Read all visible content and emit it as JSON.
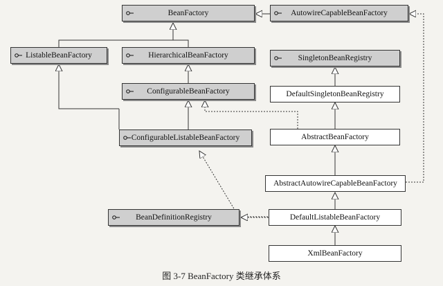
{
  "nodes": {
    "bean_factory": {
      "label": "BeanFactory",
      "kind": "interface"
    },
    "autowire_capable_bean_factory": {
      "label": "AutowireCapableBeanFactory",
      "kind": "interface"
    },
    "listable_bean_factory": {
      "label": "ListableBeanFactory",
      "kind": "interface"
    },
    "hierarchical_bean_factory": {
      "label": "HierarchicalBeanFactory",
      "kind": "interface"
    },
    "singleton_bean_registry": {
      "label": "SingletonBeanRegistry",
      "kind": "interface"
    },
    "configurable_bean_factory": {
      "label": "ConfigurableBeanFactory",
      "kind": "interface"
    },
    "default_singleton_bean_registry": {
      "label": "DefaultSingletonBeanRegistry",
      "kind": "class"
    },
    "configurable_listable_bean_factory": {
      "label": "ConfigurableListableBeanFactory",
      "kind": "interface"
    },
    "abstract_bean_factory": {
      "label": "AbstractBeanFactory",
      "kind": "class"
    },
    "abstract_autowire_capable_bean_factory": {
      "label": "AbstractAutowireCapableBeanFactory",
      "kind": "class"
    },
    "bean_definition_registry": {
      "label": "BeanDefinitionRegistry",
      "kind": "interface"
    },
    "default_listable_bean_factory": {
      "label": "DefaultListableBeanFactory",
      "kind": "class"
    },
    "xml_bean_factory": {
      "label": "XmlBeanFactory",
      "kind": "class"
    }
  },
  "caption": "图 3-7    BeanFactory 类继承体系",
  "colors": {
    "interface_fill": "#cfcfcf",
    "class_fill": "#ffffff",
    "line": "#333333",
    "background": "#f4f3ef"
  }
}
